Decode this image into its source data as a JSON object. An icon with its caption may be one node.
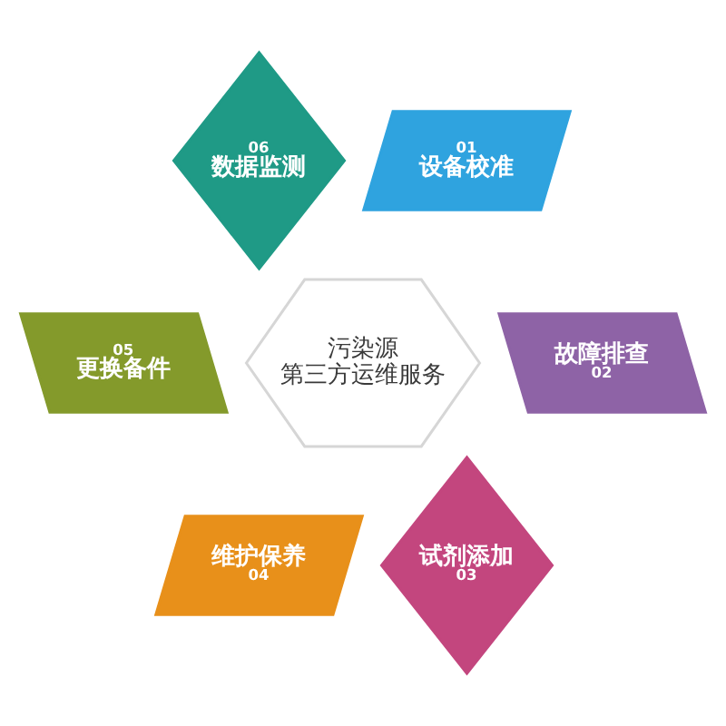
{
  "diagram": {
    "nodes": [
      {
        "text": [
          "污染源第三方运维服务"
        ]
      },
      {
        "text": [
          "01",
          "设备校准"
        ]
      },
      {
        "text": [
          "故障排查",
          "02"
        ]
      },
      {
        "text": [
          "试剂添加",
          "03"
        ]
      },
      {
        "text": [
          "维护保养",
          "04"
        ]
      },
      {
        "text": [
          "05",
          "更换备件"
        ]
      },
      {
        "text": [
          "06",
          "数据监测"
        ]
      }
    ]
  }
}
